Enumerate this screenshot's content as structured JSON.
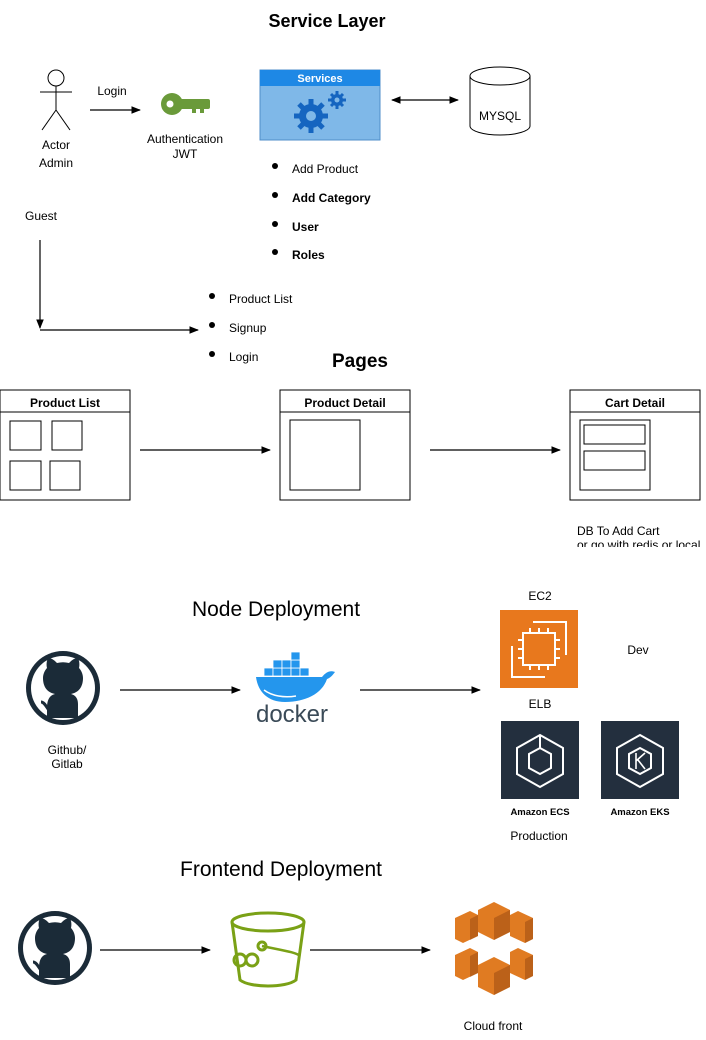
{
  "service_layer": {
    "title": "Service Layer",
    "actor": {
      "line1": "Actor",
      "line2": "Admin"
    },
    "login_label": "Login",
    "auth": {
      "line1": "Authentication",
      "line2": "JWT"
    },
    "services_box_title": "Services",
    "db_label": "MYSQL",
    "admin_items": [
      "Add Product",
      "Add Category",
      "User",
      "Roles"
    ],
    "guest_label": "Guest",
    "guest_items": [
      "Product List",
      "Signup",
      "Login"
    ]
  },
  "pages": {
    "title": "Pages",
    "boxes": [
      "Product List",
      "Product Detail",
      "Cart Detail"
    ],
    "cart_note": {
      "line1": "DB To Add Cart",
      "line2": "or go with redis or local"
    }
  },
  "node_deployment": {
    "title": "Node Deployment",
    "repo_label": {
      "line1": "Github/",
      "line2": "Gitlab"
    },
    "docker_label": "docker",
    "ec2_label": "EC2",
    "dev_label": "Dev",
    "elb_label": "ELB",
    "ecs_label": "Amazon ECS",
    "eks_label": "Amazon EKS",
    "production_label": "Production"
  },
  "frontend_deployment": {
    "title": "Frontend Deployment",
    "cloudfront_label": "Cloud front"
  },
  "colors": {
    "services_blue": "#7fb8e8",
    "services_header": "#1e88e5",
    "gear_blue": "#1565c0",
    "key_green": "#6a9a3a",
    "github_dark": "#1b2b38",
    "docker_blue": "#2496ed",
    "ec2_orange": "#e8781d",
    "aws_dark": "#232f3e",
    "s3_green": "#7aa116",
    "cloudfront_orange": "#e07b22"
  }
}
